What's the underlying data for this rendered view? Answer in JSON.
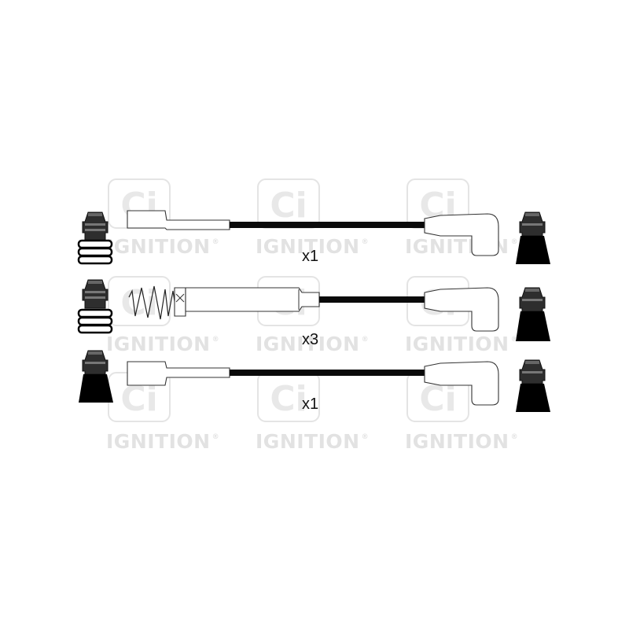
{
  "brand": {
    "watermark_logo": "Ci",
    "watermark_text": "IGNITION",
    "registered_mark": "®",
    "watermark_color": "#e2e2e2"
  },
  "leads": [
    {
      "quantity_label": "x1"
    },
    {
      "quantity_label": "x3"
    },
    {
      "quantity_label": "x1"
    }
  ],
  "colors": {
    "cable": "#0a0a0a",
    "outline": "#333333",
    "background": "#ffffff"
  }
}
